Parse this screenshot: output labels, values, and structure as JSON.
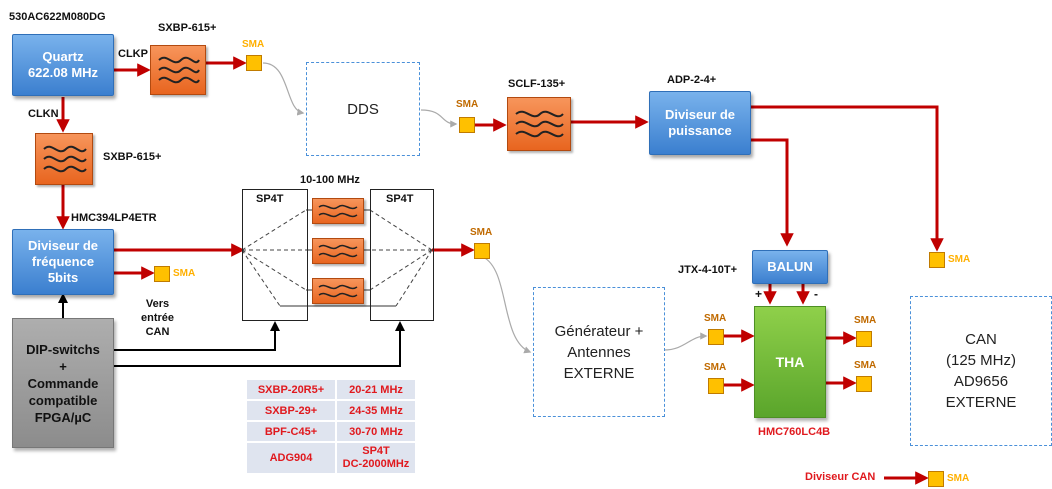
{
  "labels": {
    "quartz_part": "530AC622M080DG",
    "clkp": "CLKP",
    "clkn": "CLKN",
    "filter1_part": "SXBP-615+",
    "filter2_part": "SXBP-615+",
    "filter3_part": "SCLF-135+",
    "splitter_part": "ADP-2-4+",
    "divider_part": "HMC394LP4ETR",
    "bank_freq": "10-100 MHz",
    "sp4t_left": "SP4T",
    "sp4t_right": "SP4T",
    "balun_part": "JTX-4-10T+",
    "tha_part": "HMC760LC4B",
    "vers_entree_line1": "Vers",
    "vers_entree_line2": "entrée",
    "vers_entree_line3": "CAN",
    "plus": "+",
    "minus": "-",
    "diviseur_can": "Diviseur CAN"
  },
  "blocks": {
    "quartz_line1": "Quartz",
    "quartz_line2": "622.08 MHz",
    "splitter_line1": "Diviseur de",
    "splitter_line2": "puissance",
    "divider_line1": "Diviseur de",
    "divider_line2": "fréquence",
    "divider_line3": "5bits",
    "dip_line1": "DIP-switchs",
    "dip_line2": "+",
    "dip_line3": "Commande",
    "dip_line4": "compatible",
    "dip_line5": "FPGA/µC",
    "balun": "BALUN",
    "tha": "THA"
  },
  "external": {
    "dds": "DDS",
    "gen_line1": "Générateur +",
    "gen_line2": "Antennes",
    "gen_line3": "EXTERNE",
    "can_line1": "CAN",
    "can_line2": "(125 MHz)",
    "can_line3": "AD9656",
    "can_line4": "EXTERNE"
  },
  "sma": "SMA",
  "filter_table": [
    {
      "part": "SXBP-20R5+",
      "range": "20-21 MHz"
    },
    {
      "part": "SXBP-29+",
      "range": "24-35 MHz"
    },
    {
      "part": "BPF-C45+",
      "range": "30-70 MHz"
    },
    {
      "part": "ADG904",
      "range_line1": "SP4T",
      "range_line2": "DC-2000MHz"
    }
  ],
  "colors": {
    "signal": "#c00000",
    "block_blue": "#4a8fd9",
    "filter_orange": "#ee7a35",
    "sma_yellow": "#ffc000",
    "tha_green": "#6ab832",
    "external_dashed": "#4a90d9",
    "label_red": "#e0191e"
  }
}
